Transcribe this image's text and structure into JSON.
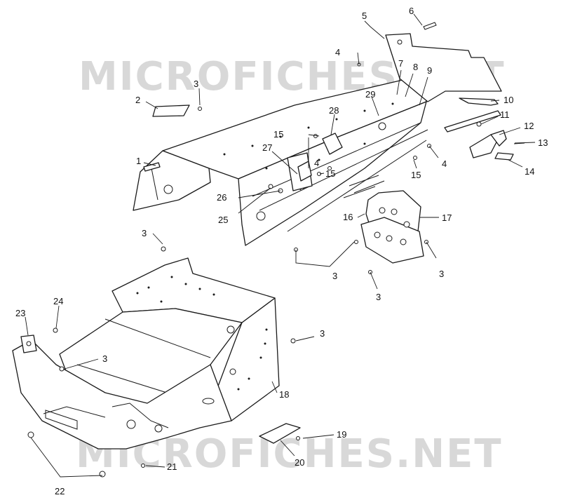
{
  "watermarks": [
    "MICROFICHES.NET",
    "MICROFICHES.NET"
  ],
  "callouts": [
    "1",
    "2",
    "3",
    "3",
    "3",
    "3",
    "3",
    "3",
    "3",
    "4",
    "4",
    "4",
    "5",
    "6",
    "7",
    "8",
    "9",
    "10",
    "11",
    "12",
    "13",
    "14",
    "15",
    "15",
    "15",
    "16",
    "17",
    "18",
    "19",
    "20",
    "21",
    "22",
    "23",
    "24",
    "25",
    "26",
    "27",
    "28",
    "29"
  ]
}
